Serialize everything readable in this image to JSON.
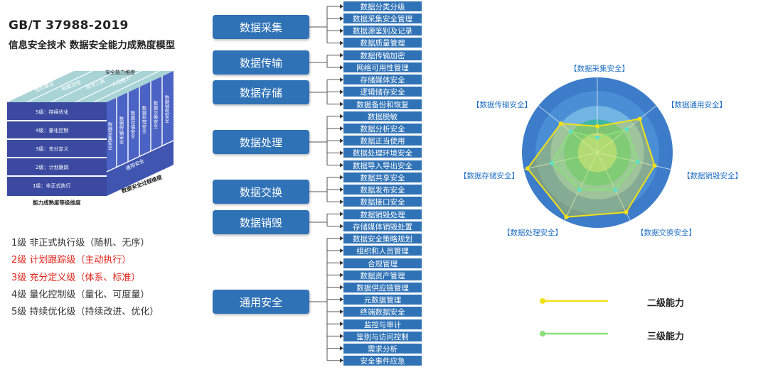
{
  "header": {
    "standard": "GB/T 37988-2019",
    "subtitle": "信息安全技术 数据安全能力成熟度模型"
  },
  "cube": {
    "top_label": "安全能力维度",
    "top_items": [
      "组织建设",
      "制度流程",
      "技术工具",
      "人员能力"
    ],
    "levels": [
      "5级：持续优化",
      "4级：量化控制",
      "3级：充分定义",
      "2级：计划跟踪",
      "1级：非正式执行"
    ],
    "columns": [
      "数据采集安全",
      "数据传输安全",
      "数据存储安全",
      "数据处理安全",
      "数据交换安全",
      "数据销毁安全"
    ],
    "general": "通用安全",
    "side_axis": "数据安全过程维度",
    "bottom_axis": "能力成熟度等级维度"
  },
  "level_list": [
    {
      "text": "1级  非正式执行级（随机、无序）",
      "highlight": false
    },
    {
      "text": "2级  计划跟踪级（主动执行）",
      "highlight": true
    },
    {
      "text": "3级  充分定义级（体系、标准）",
      "highlight": true
    },
    {
      "text": "4级  量化控制级（量化、可度量）",
      "highlight": false
    },
    {
      "text": "5级  持续优化级（持续改进、优化）",
      "highlight": false
    }
  ],
  "tree": [
    {
      "label": "数据采集",
      "items": [
        "数据分类分级",
        "数据采集安全管理",
        "数据源鉴别及记录",
        "数据质量管理"
      ]
    },
    {
      "label": "数据传输",
      "items": [
        "数据传输加密",
        "网络可用性管理"
      ]
    },
    {
      "label": "数据存储",
      "items": [
        "存储媒体安全",
        "逻辑储存安全",
        "数据备份和恢复"
      ]
    },
    {
      "label": "数据处理",
      "items": [
        "数据脱敏",
        "数据分析安全",
        "数据正当使用",
        "数据处理环境安全",
        "数据导入导出安全"
      ]
    },
    {
      "label": "数据交换",
      "items": [
        "数据共享安全",
        "数据发布安全",
        "数据接口安全"
      ]
    },
    {
      "label": "数据销毁",
      "items": [
        "数据销毁处理",
        "存储媒体销毁处置"
      ]
    },
    {
      "label": "通用安全",
      "items": [
        "数据安全策略规划",
        "组织和人员管理",
        "合规管理",
        "数据资产管理",
        "数据供应链管理",
        "元数据管理",
        "终端数据安全",
        "监控与审计",
        "鉴别与访问控制",
        "需求分析",
        "安全事件应急"
      ]
    }
  ],
  "radar": {
    "axes": [
      "【数据采集安全】",
      "【数据通用安全】",
      "【数据销毁安全】",
      "【数据交换安全】",
      "【数据处理安全】",
      "【数据存储安全】",
      "【数据传输安全】"
    ],
    "series": [
      {
        "name": "二级能力",
        "color": "#f2e01a",
        "values": [
          0.35,
          0.72,
          0.78,
          0.88,
          0.95,
          0.95,
          0.62
        ]
      },
      {
        "name": "三级能力",
        "color": "#8be07a",
        "values": [
          0.2,
          0.5,
          0.55,
          0.55,
          0.55,
          0.62,
          0.45
        ]
      }
    ]
  }
}
